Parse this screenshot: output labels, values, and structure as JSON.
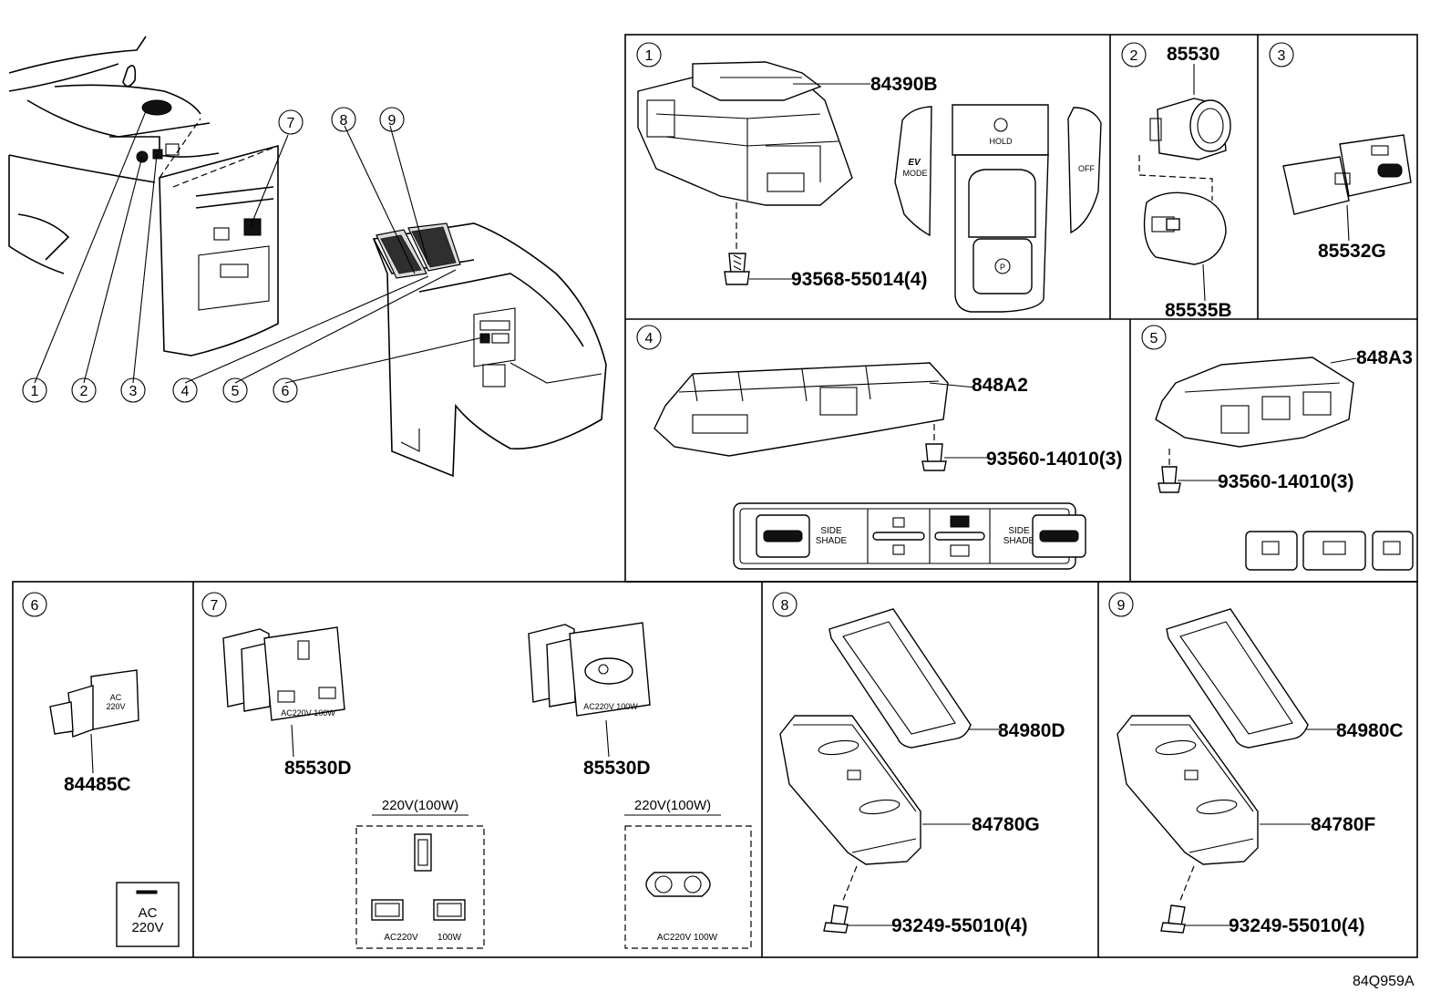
{
  "callouts": [
    "1",
    "2",
    "3",
    "4",
    "5",
    "6",
    "7",
    "8",
    "9"
  ],
  "panel1": {
    "num": "1",
    "part_switch": "84390B",
    "part_screw": "93568-55014(4)",
    "ev_label_1": "EV",
    "ev_label_2": "MODE",
    "hold_label": "HOLD",
    "off_label": "OFF",
    "p_label": "P"
  },
  "panel2": {
    "num": "2",
    "part_socket": "85530",
    "part_cap": "85535B"
  },
  "panel3": {
    "num": "3",
    "part_usb": "85532G"
  },
  "panel4": {
    "num": "4",
    "part_switch": "848A2",
    "part_screw": "93560-14010(3)",
    "side_shade_left_1": "SIDE",
    "side_shade_left_2": "SHADE",
    "side_shade_right_1": "SIDE",
    "side_shade_right_2": "SHADE"
  },
  "panel5": {
    "num": "5",
    "part_switch": "848A3",
    "part_screw": "93560-14010(3)"
  },
  "panel6": {
    "num": "6",
    "part_switch": "84485C",
    "ac_label_1": "AC",
    "ac_label_2": "220V"
  },
  "panel7": {
    "num": "7",
    "part_left": "85530D",
    "part_right": "85530D",
    "spec_left_title": "220V(100W)",
    "spec_right_title": "220V(100W)",
    "left_socket_text_1": "AC220V",
    "left_socket_text_2": "100W",
    "right_socket_text": "AC220V 100W",
    "left_face_text": "AC220V  100W",
    "right_face_text": "AC220V 100W"
  },
  "panel8": {
    "num": "8",
    "part_cover": "84980D",
    "part_charger": "84780G",
    "part_screw": "93249-55010(4)"
  },
  "panel9": {
    "num": "9",
    "part_cover": "84980C",
    "part_charger": "84780F",
    "part_screw": "93249-55010(4)"
  },
  "diagram_ref": "84Q959A"
}
